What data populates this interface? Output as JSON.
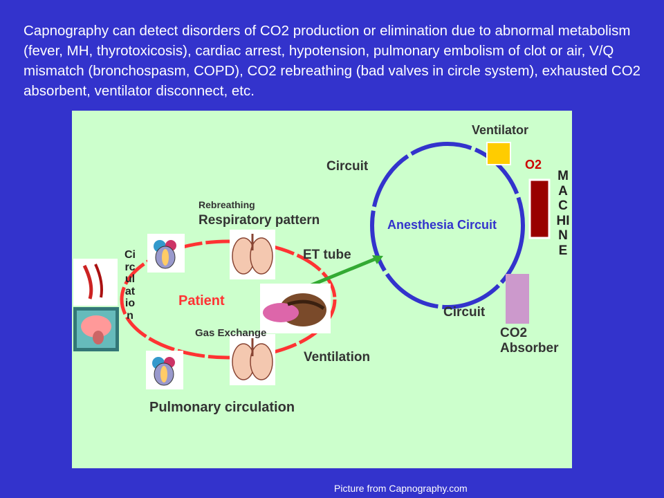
{
  "intro_text": "Capnography can detect disorders of CO2 production or elimination due to abnormal metabolism (fever, MH, thyrotoxicosis), cardiac arrest, hypotension, pulmonary embolism of clot or air, V/Q mismatch (bronchospasm, COPD), CO2 rebreathing (bad valves in circle system), exhausted CO2 absorbent, ventilator disconnect, etc.",
  "diagram": {
    "labels": {
      "ventilator": "Ventilator",
      "o2": "O2",
      "machine": "MACHINE",
      "circuit_top": "Circuit",
      "anesthesia_circuit": "Anesthesia Circuit",
      "circuit_bottom": "Circuit",
      "co2_absorber_line1": "CO2",
      "co2_absorber_line2": "Absorber",
      "rebreathing": "Rebreathing",
      "respiratory_pattern": "Respiratory pattern",
      "et_tube": "ET tube",
      "patient": "Patient",
      "gas_exchange": "Gas Exchange",
      "ventilation": "Ventilation",
      "circulation": "Circulation",
      "pulmonary_circulation": "Pulmonary circulation"
    },
    "colors": {
      "panel_bg": "#ccffcc",
      "patient_ring": "#ff3333",
      "anesthesia_ring": "#3333cc",
      "et_tube": "#33aa33",
      "patient_text": "#ff3333",
      "anesthesia_text": "#3333cc",
      "o2_text": "#cc0000",
      "ventilator_box": "#ffcc00",
      "o2_bar": "#990000",
      "co2_absorber": "#cc99cc"
    },
    "icons": [
      "heart-icon",
      "lungs-icon",
      "patient-face-icon",
      "brain-icon",
      "muscle-icon"
    ]
  },
  "credit": "Picture from Capnography.com"
}
